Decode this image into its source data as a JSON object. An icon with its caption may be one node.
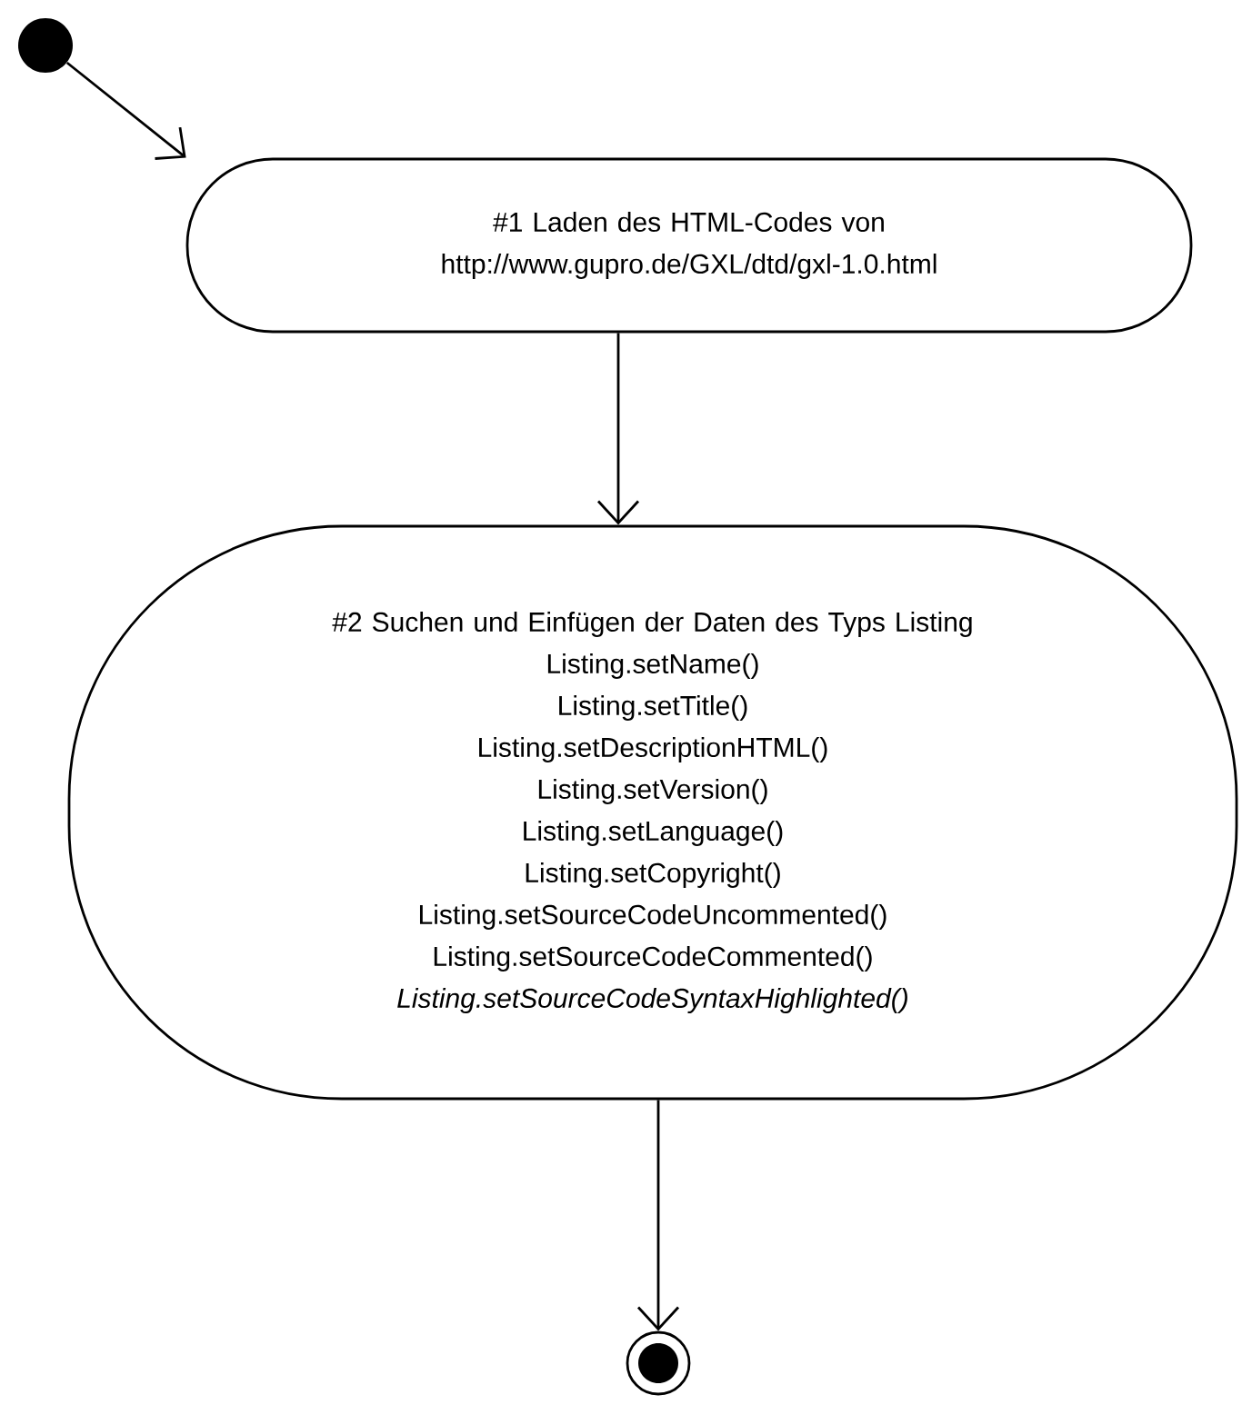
{
  "diagram": {
    "nodes": [
      {
        "text": [],
        "shape": "circle"
      },
      {
        "text": [
          "#1 Laden des HTML-Codes von http://www.gupro.de/GXL/dtd/gxl-1.0.html"
        ]
      },
      {
        "text": [
          "#2 Suchen und Einfügen der Daten des Typs Listing",
          "Listing.setName()",
          "Listing.setTitle()",
          "Listing.setDescriptionHTML()",
          "Listing.setVersion()",
          "Listing.setLanguage()",
          "Listing.setCopyright()",
          "Listing.setSourceCodeUncommented()",
          "Listing.setSourceCodeCommented()",
          "*Listing.setSourceCodeSyntaxHighlighted()*"
        ]
      },
      {
        "text": [],
        "shape": "circle"
      }
    ],
    "edges": [
      {
        "from": 0,
        "to": 1,
        "arrow": "to"
      },
      {
        "from": 1,
        "to": 2,
        "arrow": "to"
      },
      {
        "from": 2,
        "to": 3,
        "arrow": "to"
      }
    ]
  }
}
